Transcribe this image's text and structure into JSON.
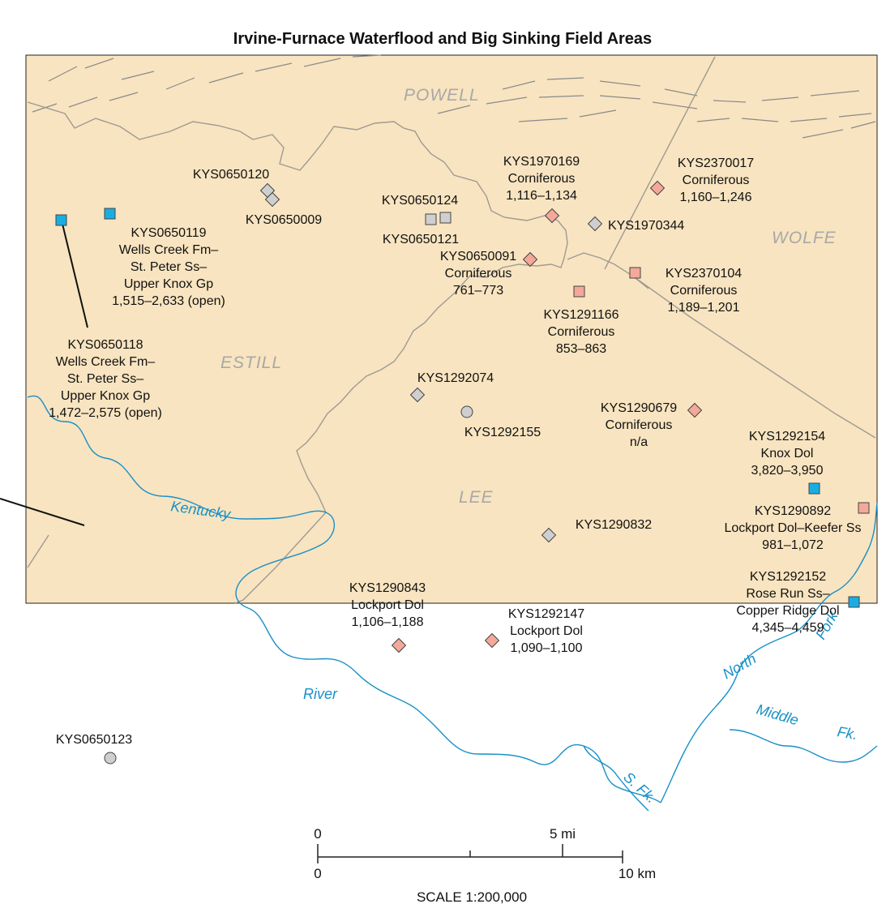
{
  "title": "Irvine-Furnace Waterflood and Big Sinking Field Areas",
  "counties": [
    "POWELL",
    "WOLFE",
    "ESTILL",
    "LEE"
  ],
  "rivers": [
    "Kentucky",
    "River",
    "North",
    "Fork",
    "Middle",
    "Fk.",
    "S. Fk."
  ],
  "wells": [
    {
      "id": "KYS0650120",
      "lines": [
        "KYS0650120"
      ],
      "symbol": "gray-diamond"
    },
    {
      "id": "KYS0650009",
      "lines": [
        "KYS0650009"
      ],
      "symbol": "gray-diamond"
    },
    {
      "id": "KYS0650119",
      "lines": [
        "KYS0650119",
        "Wells Creek Fm–",
        "St. Peter Ss–",
        "Upper Knox Gp",
        "1,515–2,633 (open)"
      ],
      "symbol": "blue-square"
    },
    {
      "id": "KYS0650118",
      "lines": [
        "KYS0650118",
        "Wells Creek Fm–",
        "St. Peter Ss–",
        "Upper Knox Gp",
        "1,472–2,575 (open)"
      ],
      "symbol": "blue-square"
    },
    {
      "id": "KYS0650124",
      "lines": [
        "KYS0650124"
      ],
      "symbol": "gray-square"
    },
    {
      "id": "KYS0650121",
      "lines": [
        "KYS0650121"
      ],
      "symbol": "gray-square"
    },
    {
      "id": "KYS1970169",
      "lines": [
        "KYS1970169",
        "Corniferous",
        "1,116–1,134"
      ],
      "symbol": "red-diamond"
    },
    {
      "id": "KYS2370017",
      "lines": [
        "KYS2370017",
        "Corniferous",
        "1,160–1,246"
      ],
      "symbol": "red-diamond"
    },
    {
      "id": "KYS1970344",
      "lines": [
        "KYS1970344"
      ],
      "symbol": "gray-diamond"
    },
    {
      "id": "KYS0650091",
      "lines": [
        "KYS0650091",
        "Corniferous",
        "761–773"
      ],
      "symbol": "red-diamond"
    },
    {
      "id": "KYS2370104",
      "lines": [
        "KYS2370104",
        "Corniferous",
        "1,189–1,201"
      ],
      "symbol": "red-square"
    },
    {
      "id": "KYS1291166",
      "lines": [
        "KYS1291166",
        "Corniferous",
        "853–863"
      ],
      "symbol": "red-square"
    },
    {
      "id": "KYS1292074",
      "lines": [
        "KYS1292074"
      ],
      "symbol": "gray-diamond"
    },
    {
      "id": "KYS1292155",
      "lines": [
        "KYS1292155"
      ],
      "symbol": "gray-circle"
    },
    {
      "id": "KYS1290679",
      "lines": [
        "KYS1290679",
        "Corniferous",
        "n/a"
      ],
      "symbol": "red-diamond"
    },
    {
      "id": "KYS1292154",
      "lines": [
        "KYS1292154",
        "Knox Dol",
        "3,820–3,950"
      ],
      "symbol": "blue-square"
    },
    {
      "id": "KYS1290892",
      "lines": [
        "KYS1290892",
        "Lockport Dol–Keefer Ss",
        "981–1,072"
      ],
      "symbol": "red-square"
    },
    {
      "id": "KYS1290832",
      "lines": [
        "KYS1290832"
      ],
      "symbol": "gray-diamond"
    },
    {
      "id": "KYS1292152",
      "lines": [
        "KYS1292152",
        "Rose Run Ss–",
        "Copper Ridge Dol",
        "4,345–4,459"
      ],
      "symbol": "blue-square"
    },
    {
      "id": "KYS1290843",
      "lines": [
        "KYS1290843",
        "Lockport Dol",
        "1,106–1,188"
      ],
      "symbol": "red-diamond"
    },
    {
      "id": "KYS1292147",
      "lines": [
        "KYS1292147",
        "Lockport Dol",
        "1,090–1,100"
      ],
      "symbol": "red-diamond"
    },
    {
      "id": "KYS0650123",
      "lines": [
        "KYS0650123"
      ],
      "symbol": "gray-circle"
    }
  ],
  "scale_bar": {
    "mi_ticks": [
      "0",
      "5 mi"
    ],
    "km_ticks": [
      "0",
      "10 km"
    ],
    "scale_text": "SCALE 1:200,000"
  },
  "colors": {
    "map_fill": "#f8e4c0",
    "river": "#1890c8",
    "boundary": "#a09a93",
    "fault": "#8a8a8a",
    "symbol_gray": "#cfcfcf",
    "symbol_red": "#f4a89a",
    "symbol_blue": "#19aee3"
  }
}
